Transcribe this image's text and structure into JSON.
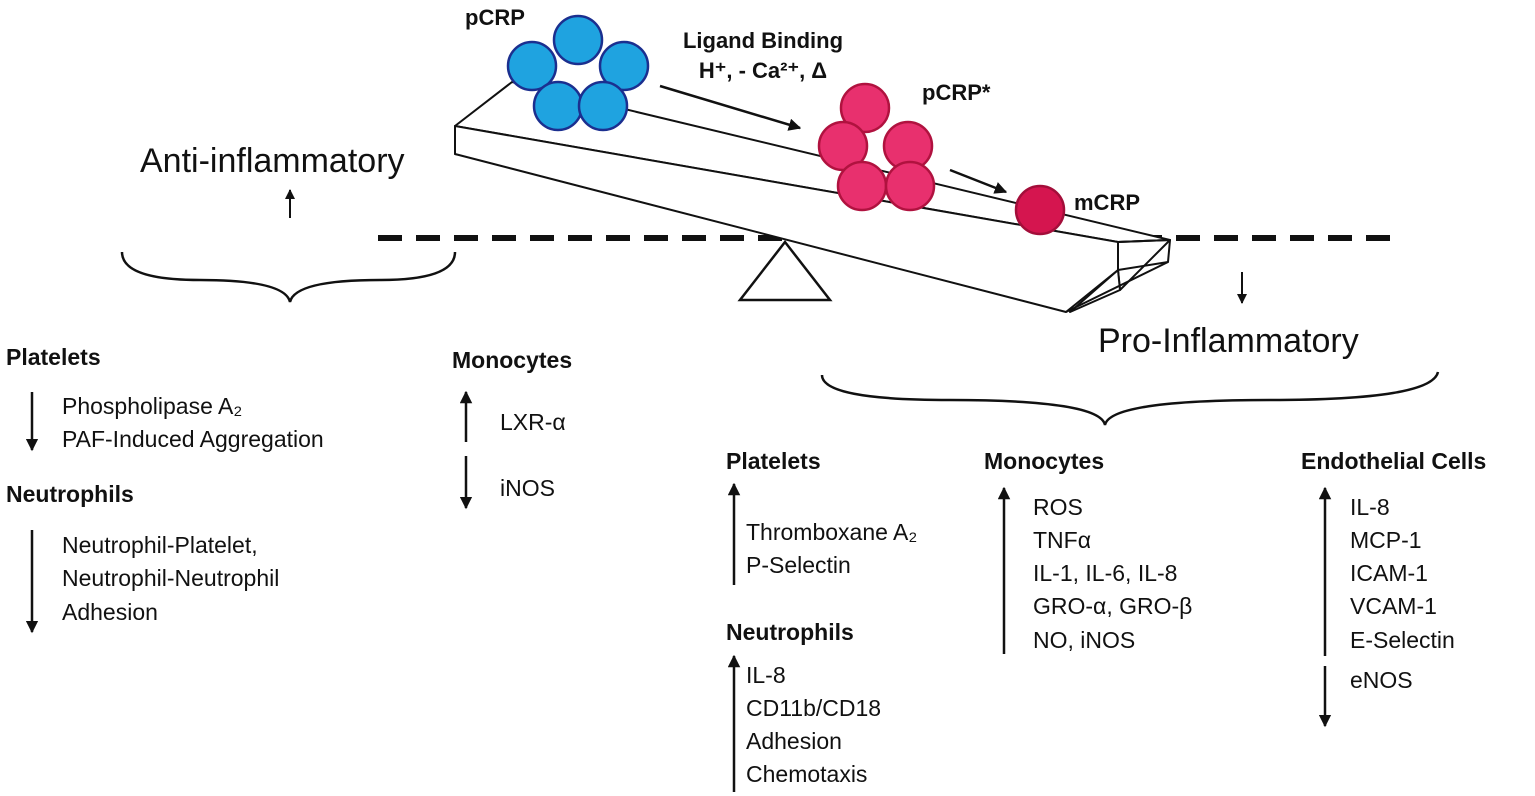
{
  "colors": {
    "pcrp_fill": "#1fa3e0",
    "pcrp_stroke": "#1b2f8f",
    "pcrp_star_fill": "#e8306e",
    "pcrp_star_stroke": "#b0123f",
    "mcrp_fill": "#d5154f",
    "line": "#111111"
  },
  "molecules": {
    "pcrp": "pCRP",
    "pcrp_star": "pCRP*",
    "mcrp": "mCRP"
  },
  "transition": {
    "title": "Ligand Binding",
    "conditions": "H⁺, - Ca²⁺, Δ"
  },
  "anti": {
    "title": "Anti-inflammatory",
    "platelets": {
      "header": "Platelets",
      "items": [
        "Phospholipase A₂",
        "PAF-Induced Aggregation"
      ]
    },
    "neutrophils": {
      "header": "Neutrophils",
      "items": [
        "Neutrophil-Platelet,",
        "Neutrophil-Neutrophil",
        "Adhesion"
      ]
    },
    "monocytes": {
      "header": "Monocytes",
      "up_item": "LXR-α",
      "down_item": "iNOS"
    }
  },
  "pro": {
    "title": "Pro-Inflammatory",
    "platelets": {
      "header": "Platelets",
      "items": [
        "Thromboxane A₂",
        "P-Selectin"
      ]
    },
    "neutrophils": {
      "header": "Neutrophils",
      "items": [
        "IL-8",
        "CD11b/CD18",
        "Adhesion",
        "Chemotaxis"
      ]
    },
    "monocytes": {
      "header": "Monocytes",
      "items": [
        "ROS",
        "TNFα",
        "IL-1, IL-6, IL-8",
        "GRO-α, GRO-β",
        "NO, iNOS"
      ]
    },
    "endothelial": {
      "header": "Endothelial Cells",
      "up_items": [
        "IL-8",
        "MCP-1",
        "ICAM-1",
        "VCAM-1",
        "E-Selectin"
      ],
      "down_items": [
        "eNOS"
      ]
    }
  }
}
